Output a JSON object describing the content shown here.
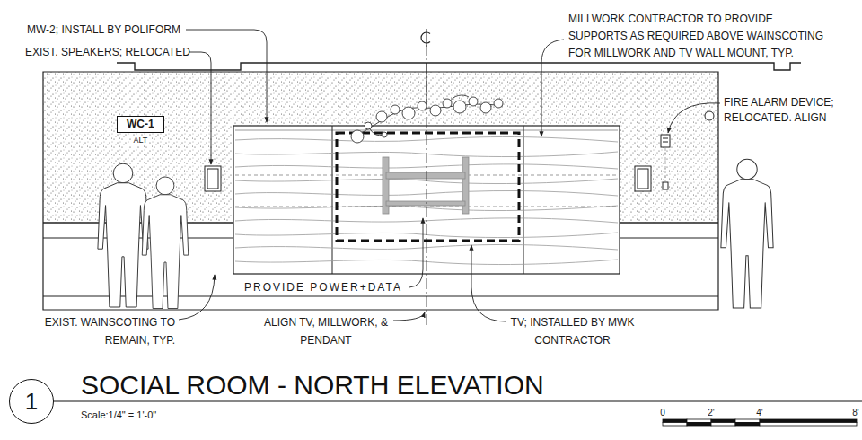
{
  "diagram": {
    "title": "SOCIAL ROOM - NORTH ELEVATION",
    "nodes": [
      {
        "text": [
          "WC-1",
          "ALT"
        ]
      },
      {
        "text": [
          "1"
        ]
      }
    ],
    "labels": [
      "MW-2; INSTALL BY POLIFORM",
      "MILLWORK CONTRACTOR TO PROVIDE SUPPORTS AS REQUIRED ABOVE WAINSCOTING FOR MILLWORK AND TV WALL MOUNT, TYP.",
      "EXIST. SPEAKERS; RELOCATED",
      "FIRE ALARM DEVICE; RELOCATED. ALIGN",
      "PROVIDE POWER+DATA",
      "EXIST. WAINSCOTING TO REMAIN, TYP.",
      "ALIGN TV, MILLWORK, & PENDANT",
      "TV; INSTALLED BY MWK CONTRACTOR",
      "Scale:1/4\" = 1'-0\"",
      "0",
      "2'",
      "4'",
      "8'"
    ]
  }
}
